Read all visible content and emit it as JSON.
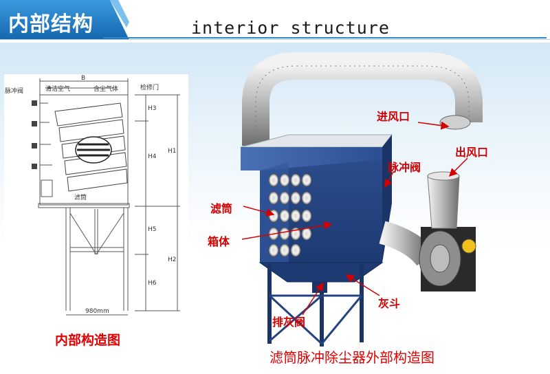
{
  "header": {
    "cn_title": "内部结构",
    "en_title": "interior structure",
    "accent_color": "#1d7fc6"
  },
  "left_diagram": {
    "labels": {
      "b": "B",
      "pulse_valve": "脉冲阀",
      "clean_air": "清洁空气",
      "dusty_air": "含尘气体",
      "access_door": "检修门",
      "filter": "滤筒",
      "width": "980mm",
      "h1": "H1",
      "h2": "H2",
      "h3": "H3",
      "h4": "H4",
      "h5": "H5",
      "h6": "H6"
    },
    "caption": "内部构造图"
  },
  "right_photo": {
    "labels": {
      "inlet": "进风口",
      "outlet": "出风口",
      "pulse_valve": "脉冲阀",
      "filter": "滤筒",
      "box": "箱体",
      "hopper": "灰斗",
      "discharge_valve": "排灰阀"
    },
    "caption": "滤筒脉冲除尘器外部构造图",
    "label_color": "#d40000"
  }
}
